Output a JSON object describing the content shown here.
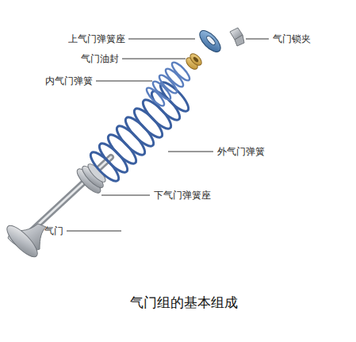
{
  "diagram": {
    "caption": "气门组的基本组成",
    "labels": [
      "上气门弹簧座",
      "气门锁夹",
      "气门油封",
      "内气门弹簧",
      "外气门弹簧",
      "下气门弹簧座",
      "气门"
    ]
  }
}
